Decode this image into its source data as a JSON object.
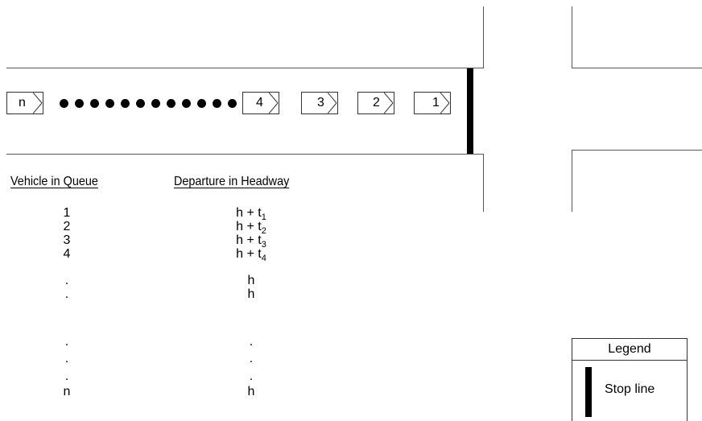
{
  "vehicles": {
    "n": "n",
    "v4": "4",
    "v3": "3",
    "v2": "2",
    "v1": "1"
  },
  "table": {
    "header_queue": "Vehicle in Queue",
    "header_departure": "Departure in Headway",
    "rows": [
      {
        "queue": "1",
        "base": "h + t",
        "sub": "1"
      },
      {
        "queue": "2",
        "base": "h + t",
        "sub": "2"
      },
      {
        "queue": "3",
        "base": "h + t",
        "sub": "3"
      },
      {
        "queue": "4",
        "base": "h + t",
        "sub": "4"
      },
      {
        "queue": ".",
        "base": "h",
        "sub": ""
      },
      {
        "queue": ".",
        "base": "h",
        "sub": ""
      },
      {
        "queue": ".",
        "base": ".",
        "sub": ""
      },
      {
        "queue": ".",
        "base": ".",
        "sub": ""
      },
      {
        "queue": ".",
        "base": ".",
        "sub": ""
      },
      {
        "queue": "n",
        "base": "h",
        "sub": ""
      }
    ]
  },
  "legend": {
    "title": "Legend",
    "stop_label": "Stop line"
  }
}
